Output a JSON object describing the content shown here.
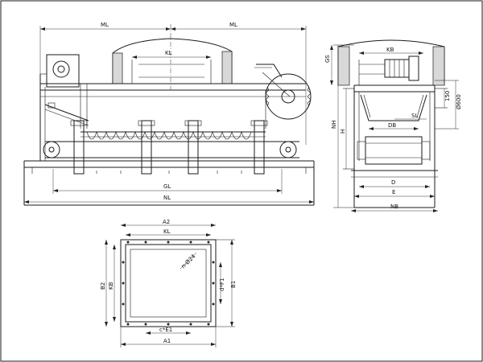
{
  "front_view": {
    "top_left_dim": "ML",
    "top_right_dim": "ML",
    "hopper_inner_dim": "KL",
    "bottom_inner_dim": "GL",
    "bottom_overall_dim": "NL"
  },
  "side_view": {
    "top_dim": "KB",
    "left_top_dim": "GS",
    "vert_outer_dim": "NH",
    "vert_inner_dim": "H",
    "right_small_dim": "150",
    "right_dia_dim": "Ø600",
    "slope_dim": "SL",
    "inner_width_dim": "DB",
    "width_d_dim": "D",
    "width_e_dim": "E",
    "bottom_dim": "NB"
  },
  "plan_view": {
    "top_outer_dim": "A2",
    "top_inner_dim": "KL",
    "left_outer_dim": "B2",
    "left_inner_dim": "KB",
    "right_outer_dim": "B1",
    "right_hole_dim": "d*F1",
    "bolt_note": "n-Ø24",
    "bottom_hole_dim": "c*E1",
    "bottom_outer_dim": "A1"
  }
}
